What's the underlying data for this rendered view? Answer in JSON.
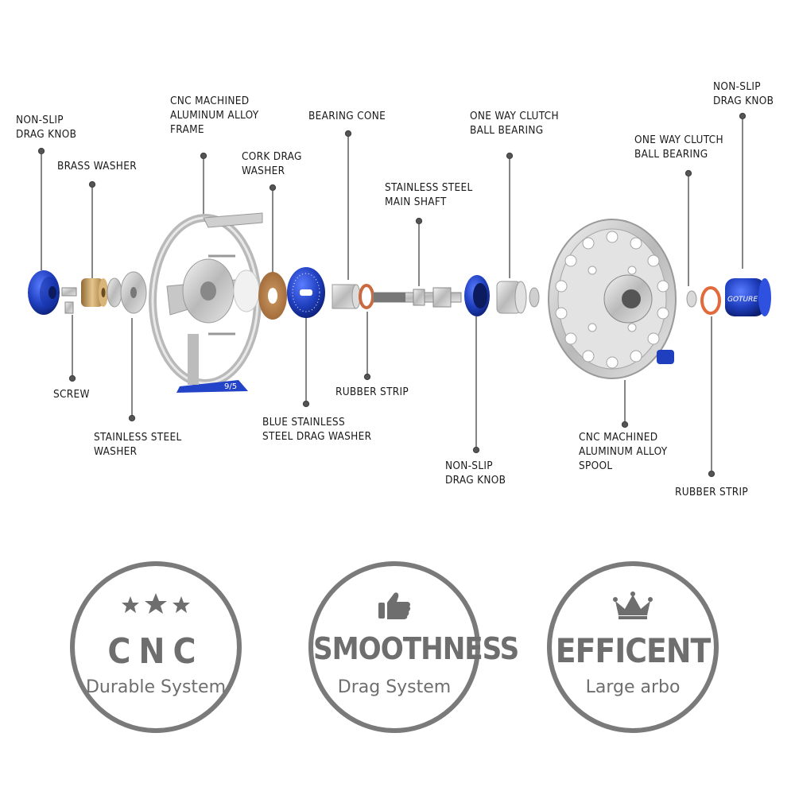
{
  "labels": {
    "nonslip_knob_left": "NON-SLIP\nDRAG KNOB",
    "brass_washer": "BRASS WASHER",
    "cnc_frame": "CNC MACHINED\nALUMINUM ALLOY\nFRAME",
    "cork_washer": "CORK DRAG\nWASHER",
    "bearing_cone": "BEARING CONE",
    "main_shaft": "STAINLESS STEEL\nMAIN SHAFT",
    "clutch_bearing_1": "ONE WAY CLUTCH\nBALL BEARING",
    "clutch_bearing_2": "ONE WAY CLUTCH\nBALL BEARING",
    "nonslip_knob_right": "NON-SLIP\nDRAG KNOB",
    "screw": "SCREW",
    "ss_washer": "STAINLESS STEEL\nWASHER",
    "blue_washer": "BLUE STAINLESS\nSTEEL DRAG WASHER",
    "rubber_strip_1": "RUBBER STRIP",
    "nonslip_knob_mid": "NON-SLIP\nDRAG KNOB",
    "cnc_spool": "CNC MACHINED\nALUMINUM ALLOY\nSPOOL",
    "rubber_strip_2": "RUBBER STRIP"
  },
  "parts_text": {
    "frame_foot": "9/5",
    "knob_brand": "GOTURE"
  },
  "badges": [
    {
      "title": "CNC",
      "subtitle": "Durable System",
      "icon": "three-stars-icon"
    },
    {
      "title": "SMOOTHNESS",
      "subtitle": "Drag System",
      "icon": "thumbs-up-icon"
    },
    {
      "title": "EFFICENT",
      "subtitle": "Large arbo",
      "icon": "crown-icon"
    }
  ],
  "colors": {
    "blue_anodized": "#1f3fbf",
    "badge_gray": "#6e6e6e",
    "brass": "#c9a66b",
    "cork": "#b27a48",
    "rubber": "#d2583a"
  }
}
